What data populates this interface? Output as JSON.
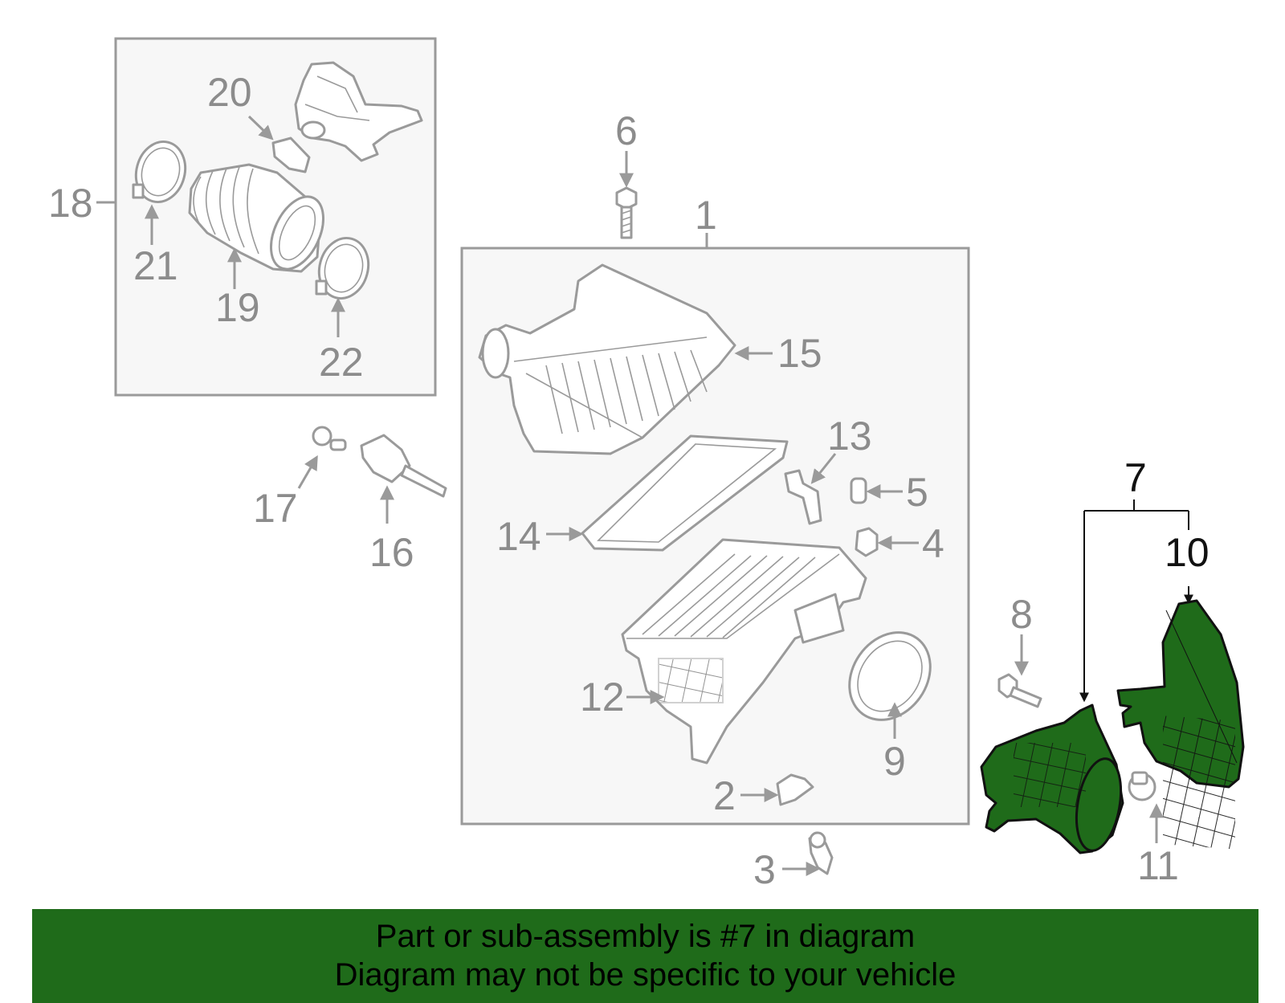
{
  "callouts": {
    "c1": "1",
    "c2": "2",
    "c3": "3",
    "c4": "4",
    "c5": "5",
    "c6": "6",
    "c7": "7",
    "c8": "8",
    "c9": "9",
    "c10": "10",
    "c11": "11",
    "c12": "12",
    "c13": "13",
    "c14": "14",
    "c15": "15",
    "c16": "16",
    "c17": "17",
    "c18": "18",
    "c19": "19",
    "c20": "20",
    "c21": "21",
    "c22": "22"
  },
  "highlight": {
    "part_number": "7",
    "color": "#1f6b1a"
  },
  "banner": {
    "line1": "Part or sub-assembly is #7 in diagram",
    "line2": "Diagram may not be specific to your vehicle"
  },
  "colors": {
    "outline": "#9a9a9a",
    "box_fill": "#f7f7f7",
    "highlight": "#1f6b1a"
  }
}
